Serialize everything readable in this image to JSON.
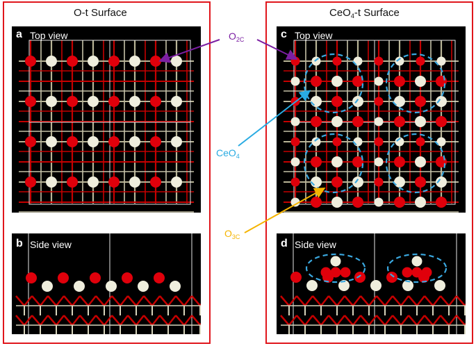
{
  "left_figure": {
    "title": "O-t Surface",
    "panel_a": {
      "letter": "a",
      "caption": "Top view"
    },
    "panel_b": {
      "letter": "b",
      "caption": "Side view"
    }
  },
  "right_figure": {
    "title_main": "CeO",
    "title_sub": "4",
    "title_rest": "-t Surface",
    "panel_c": {
      "letter": "c",
      "caption": "Top view"
    },
    "panel_d": {
      "letter": "d",
      "caption": "Side view"
    }
  },
  "callouts": {
    "o2c": {
      "main": "O",
      "sub": "2C",
      "color": "#7b1fa2"
    },
    "ceo4": {
      "main": "CeO",
      "sub": "4",
      "color": "#29abe2"
    },
    "o3c": {
      "main": "O",
      "sub": "3C",
      "color": "#f5b400"
    }
  },
  "colors": {
    "frame": "#e0151b",
    "oxygen": "#e0000b",
    "cerium": "#efeedd",
    "highlight_circle": "#3aa8e0"
  }
}
